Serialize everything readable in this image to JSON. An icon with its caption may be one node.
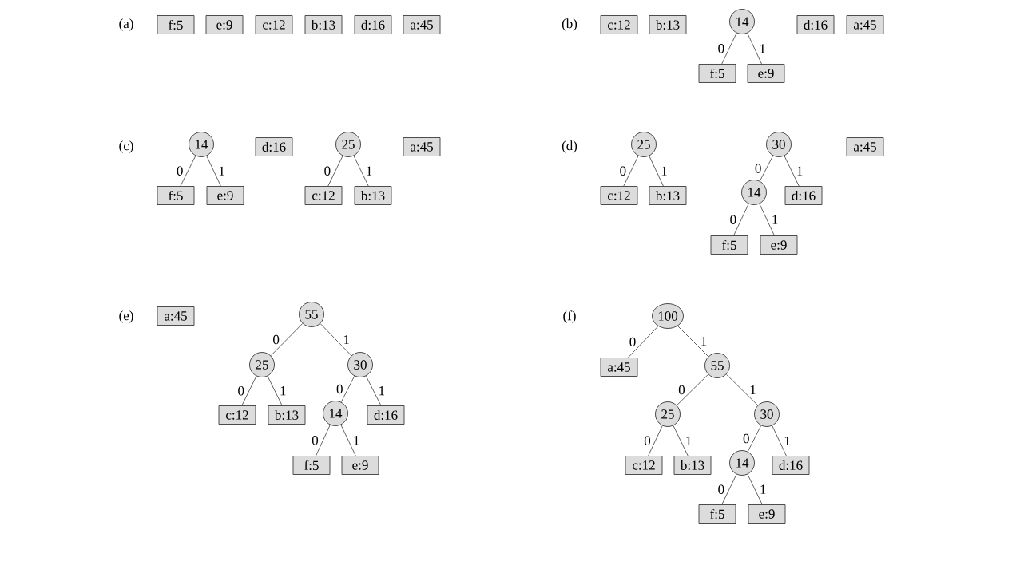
{
  "diagram": {
    "nodes": [
      {
        "text": [
          "f:5"
        ]
      },
      {
        "text": [
          "e:9"
        ]
      },
      {
        "text": [
          "c:12"
        ]
      },
      {
        "text": [
          "b:13"
        ]
      },
      {
        "text": [
          "d:16"
        ]
      },
      {
        "text": [
          "a:45"
        ]
      },
      {
        "text": [
          "c:12"
        ]
      },
      {
        "text": [
          "b:13"
        ]
      },
      {
        "text": [
          "14"
        ]
      },
      {
        "text": [
          "d:16"
        ]
      },
      {
        "text": [
          "a:45"
        ]
      },
      {
        "text": [
          "f:5"
        ]
      },
      {
        "text": [
          "e:9"
        ]
      },
      {
        "text": [
          "14"
        ]
      },
      {
        "text": [
          "d:16"
        ]
      },
      {
        "text": [
          "25"
        ]
      },
      {
        "text": [
          "a:45"
        ]
      },
      {
        "text": [
          "f:5"
        ]
      },
      {
        "text": [
          "e:9"
        ]
      },
      {
        "text": [
          "c:12"
        ]
      },
      {
        "text": [
          "b:13"
        ]
      },
      {
        "text": [
          "25"
        ]
      },
      {
        "text": [
          "30"
        ]
      },
      {
        "text": [
          "a:45"
        ]
      },
      {
        "text": [
          "c:12"
        ]
      },
      {
        "text": [
          "b:13"
        ]
      },
      {
        "text": [
          "14"
        ]
      },
      {
        "text": [
          "d:16"
        ]
      },
      {
        "text": [
          "f:5"
        ]
      },
      {
        "text": [
          "e:9"
        ]
      },
      {
        "text": [
          "a:45"
        ]
      },
      {
        "text": [
          "55"
        ]
      },
      {
        "text": [
          "25"
        ]
      },
      {
        "text": [
          "30"
        ]
      },
      {
        "text": [
          "c:12"
        ]
      },
      {
        "text": [
          "b:13"
        ]
      },
      {
        "text": [
          "14"
        ]
      },
      {
        "text": [
          "d:16"
        ]
      },
      {
        "text": [
          "f:5"
        ]
      },
      {
        "text": [
          "e:9"
        ]
      },
      {
        "text": [
          "100"
        ]
      },
      {
        "text": [
          "a:45"
        ]
      },
      {
        "text": [
          "55"
        ]
      },
      {
        "text": [
          "25"
        ]
      },
      {
        "text": [
          "30"
        ]
      },
      {
        "text": [
          "c:12"
        ]
      },
      {
        "text": [
          "b:13"
        ]
      },
      {
        "text": [
          "14"
        ]
      },
      {
        "text": [
          "d:16"
        ]
      },
      {
        "text": [
          "f:5"
        ]
      },
      {
        "text": [
          "e:9"
        ]
      }
    ],
    "edges": [
      {
        "from": 8,
        "to": 11,
        "arrow": "none",
        "label": "0"
      },
      {
        "from": 8,
        "to": 12,
        "arrow": "none",
        "label": "1"
      },
      {
        "from": 13,
        "to": 17,
        "arrow": "none",
        "label": "0"
      },
      {
        "from": 13,
        "to": 18,
        "arrow": "none",
        "label": "1"
      },
      {
        "from": 15,
        "to": 19,
        "arrow": "none",
        "label": "0"
      },
      {
        "from": 15,
        "to": 20,
        "arrow": "none",
        "label": "1"
      },
      {
        "from": 21,
        "to": 24,
        "arrow": "none",
        "label": "0"
      },
      {
        "from": 21,
        "to": 25,
        "arrow": "none",
        "label": "1"
      },
      {
        "from": 22,
        "to": 26,
        "arrow": "none",
        "label": "0"
      },
      {
        "from": 22,
        "to": 27,
        "arrow": "none",
        "label": "1"
      },
      {
        "from": 26,
        "to": 28,
        "arrow": "none",
        "label": "0"
      },
      {
        "from": 26,
        "to": 29,
        "arrow": "none",
        "label": "1"
      },
      {
        "from": 31,
        "to": 32,
        "arrow": "none",
        "label": "0"
      },
      {
        "from": 31,
        "to": 33,
        "arrow": "none",
        "label": "1"
      },
      {
        "from": 32,
        "to": 34,
        "arrow": "none",
        "label": "0"
      },
      {
        "from": 32,
        "to": 35,
        "arrow": "none",
        "label": "1"
      },
      {
        "from": 33,
        "to": 36,
        "arrow": "none",
        "label": "0"
      },
      {
        "from": 33,
        "to": 37,
        "arrow": "none",
        "label": "1"
      },
      {
        "from": 36,
        "to": 38,
        "arrow": "none",
        "label": "0"
      },
      {
        "from": 36,
        "to": 39,
        "arrow": "none",
        "label": "1"
      },
      {
        "from": 40,
        "to": 41,
        "arrow": "none",
        "label": "0"
      },
      {
        "from": 40,
        "to": 42,
        "arrow": "none",
        "label": "1"
      },
      {
        "from": 42,
        "to": 43,
        "arrow": "none",
        "label": "0"
      },
      {
        "from": 42,
        "to": 44,
        "arrow": "none",
        "label": "1"
      },
      {
        "from": 43,
        "to": 45,
        "arrow": "none",
        "label": "0"
      },
      {
        "from": 43,
        "to": 46,
        "arrow": "none",
        "label": "1"
      },
      {
        "from": 44,
        "to": 47,
        "arrow": "none",
        "label": "0"
      },
      {
        "from": 44,
        "to": 48,
        "arrow": "none",
        "label": "1"
      },
      {
        "from": 47,
        "to": 49,
        "arrow": "none",
        "label": "0"
      },
      {
        "from": 47,
        "to": 50,
        "arrow": "none",
        "label": "1"
      }
    ],
    "labels": [
      "(a)",
      "(b)",
      "(c)",
      "(d)",
      "(e)",
      "(f)"
    ]
  }
}
